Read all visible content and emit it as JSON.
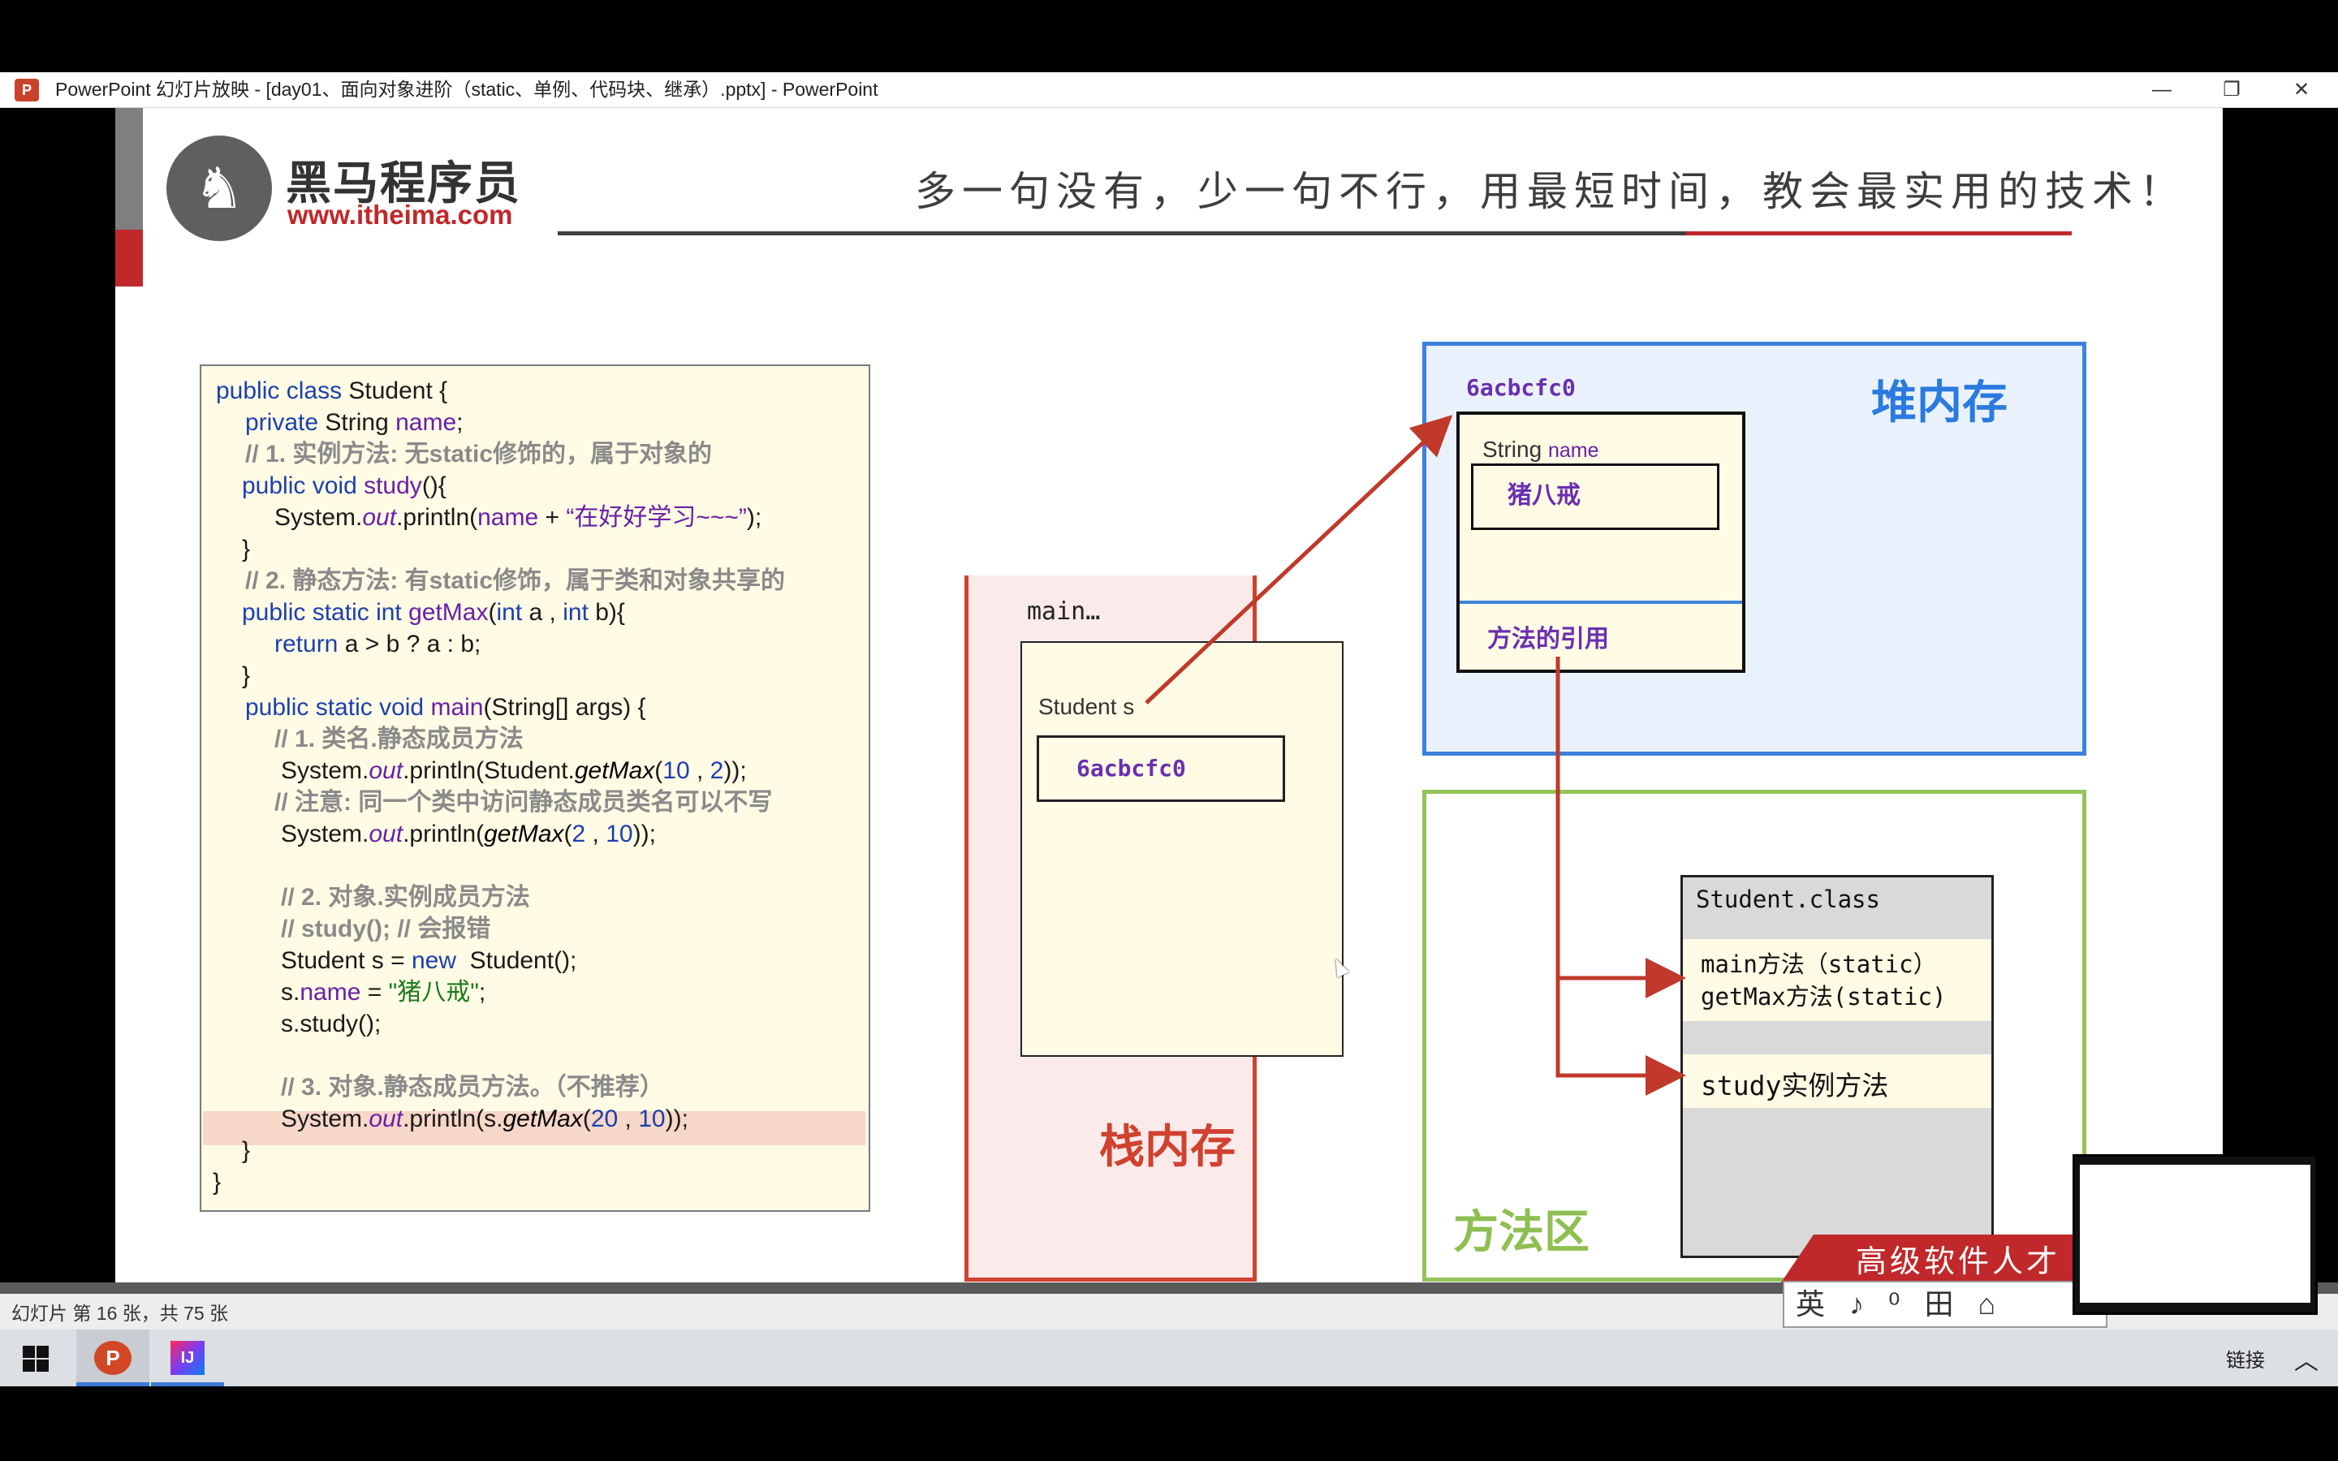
{
  "window": {
    "title": "PowerPoint 幻灯片放映 - [day01、面向对象进阶（static、单例、代码块、继承）.pptx] - PowerPoint",
    "app_icon": "P",
    "minimize": "—",
    "restore": "❐",
    "close": "✕"
  },
  "slide": {
    "logo_cn": "黑马程序员",
    "logo_url": "www.itheima.com",
    "slogan": "多一句没有，少一句不行，用最短时间，教会最实用的技术！",
    "code": {
      "l1_a": "public class ",
      "l1_b": "Student {",
      "l2_a": "private ",
      "l2_b": "String ",
      "l2_c": "name",
      "l2_d": ";",
      "l3": "// 1. 实例方法: 无static修饰的，属于对象的",
      "l4_a": "public void ",
      "l4_b": "study",
      "l4_c": "(){",
      "l5_a": "System.",
      "l5_b": "out",
      "l5_c": ".println(",
      "l5_d": "name",
      "l5_e": " + ",
      "l5_f": "“在好好学习~~~”",
      "l5_g": ");",
      "l6": "}",
      "l7": "// 2. 静态方法: 有static修饰，属于类和对象共享的",
      "l8_a": "public static int ",
      "l8_b": "getMax",
      "l8_c": "(",
      "l8_d": "int ",
      "l8_e": "a , ",
      "l8_f": "int ",
      "l8_g": "b){",
      "l9_a": "return ",
      "l9_b": "a > b ? a : b;",
      "l10": "}",
      "l11_a": "public static void ",
      "l11_b": "main",
      "l11_c": "(String[] args) {",
      "l12": "// 1. 类名.静态成员方法",
      "l13_a": "System.",
      "l13_b": "out",
      "l13_c": ".println(Student.",
      "l13_d": "getMax",
      "l13_e": "(",
      "l13_f": "10",
      "l13_g": " , ",
      "l13_h": "2",
      "l13_i": "));",
      "l14": "// 注意: 同一个类中访问静态成员类名可以不写",
      "l15_a": "System.",
      "l15_b": "out",
      "l15_c": ".println(",
      "l15_d": "getMax",
      "l15_e": "(",
      "l15_f": "2",
      "l15_g": " , ",
      "l15_h": "10",
      "l15_i": "));",
      "l16": "// 2. 对象.实例成员方法",
      "l17": "// study(); // 会报错",
      "l18_a": "Student s = ",
      "l18_b": "new ",
      "l18_c": " Student();",
      "l19_a": "s.",
      "l19_b": "name",
      "l19_c": " = ",
      "l19_d": "\"猪八戒\"",
      "l19_e": ";",
      "l20": "s.study();",
      "l21": "// 3. 对象.静态成员方法。（不推荐）",
      "l22_a": "System.",
      "l22_b": "out",
      "l22_c": ".println(s.",
      "l22_d": "getMax",
      "l22_e": "(",
      "l22_f": "20",
      "l22_g": " , ",
      "l22_h": "10",
      "l22_i": "));",
      "l23": "}",
      "l24": "}"
    },
    "stack": {
      "frame_label": "main…",
      "var_label": "Student s",
      "ref_value": "6acbcfc0",
      "title": "栈内存"
    },
    "heap": {
      "address": "6acbcfc0",
      "title": "堆内存",
      "field_type": "String",
      "field_name": "name",
      "field_value": "猪八戒",
      "method_ref": "方法的引用"
    },
    "method_area": {
      "title": "方法区",
      "class_name": "Student.class",
      "static_1": "main方法（static）",
      "static_2": "getMax方法(static)",
      "instance": "study实例方法"
    },
    "banner": "高级软件人才"
  },
  "statusbar": {
    "slide_info": "幻灯片 第 16 张，共 75 张",
    "controls": "英 ♪ ⁰ 田 ⌂"
  },
  "taskbar": {
    "ppt_label": "P",
    "idea_label": "IJ",
    "link_label": "链接",
    "chevron": "︿"
  },
  "colors": {
    "stack_border": "#d0412f",
    "heap_border": "#3c82dc",
    "method_border": "#95c35a",
    "brand_red": "#c0282a"
  }
}
